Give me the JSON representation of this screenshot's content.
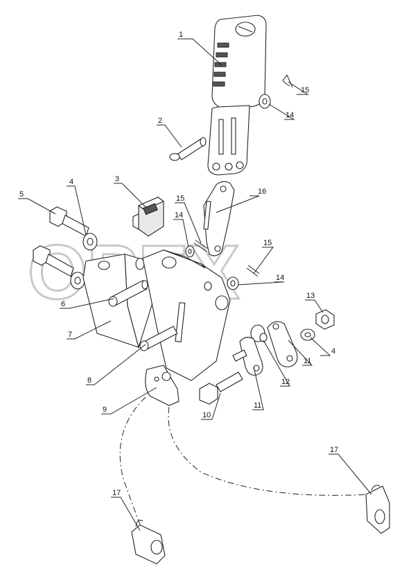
{
  "corner_mark": "",
  "watermark": "OPEX",
  "part_labels": [
    {
      "id": "1",
      "text": "1"
    },
    {
      "id": "2",
      "text": "2"
    },
    {
      "id": "3",
      "text": "3"
    },
    {
      "id": "4a",
      "text": "4"
    },
    {
      "id": "4b",
      "text": "4"
    },
    {
      "id": "5",
      "text": "5"
    },
    {
      "id": "6",
      "text": "6"
    },
    {
      "id": "7",
      "text": "7"
    },
    {
      "id": "8",
      "text": "8"
    },
    {
      "id": "9",
      "text": "9"
    },
    {
      "id": "10",
      "text": "10"
    },
    {
      "id": "11a",
      "text": "11"
    },
    {
      "id": "11b",
      "text": "11"
    },
    {
      "id": "12",
      "text": "12"
    },
    {
      "id": "13",
      "text": "13"
    },
    {
      "id": "14a",
      "text": "14"
    },
    {
      "id": "14b",
      "text": "14"
    },
    {
      "id": "14c",
      "text": "14"
    },
    {
      "id": "15a",
      "text": "15"
    },
    {
      "id": "15b",
      "text": "15"
    },
    {
      "id": "15c",
      "text": "15"
    },
    {
      "id": "16",
      "text": "16"
    },
    {
      "id": "17a",
      "text": "17"
    },
    {
      "id": "17b",
      "text": "17"
    }
  ]
}
